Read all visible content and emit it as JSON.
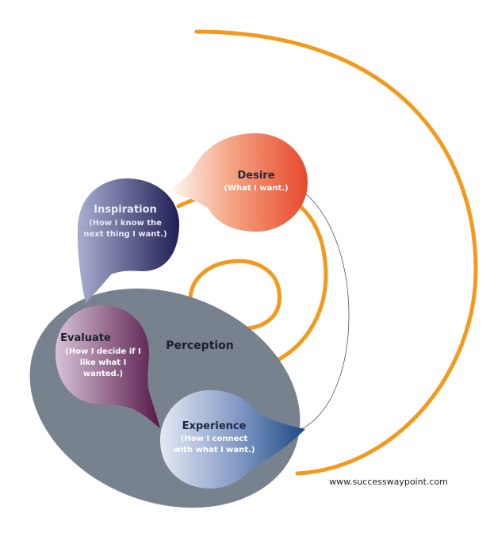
{
  "colors": {
    "spiral": "#f39a1e",
    "ellipse": "#78828f",
    "desire": "#e8482c",
    "inspiration": "#26245a",
    "evaluate": "#5a1c4c",
    "experience": "#204f86"
  },
  "perception": "Perception",
  "desire": {
    "title": "Desire",
    "lines": [
      "(What I want.)"
    ]
  },
  "inspiration": {
    "title": "Inspiration",
    "lines": [
      "(How I know the",
      "next thing I want.)"
    ]
  },
  "evaluate": {
    "title": "Evaluate",
    "lines": [
      "(How I decide if I",
      "like what I",
      "wanted.)"
    ]
  },
  "experience": {
    "title": "Experience",
    "lines": [
      "(How I connect",
      "with what I want.)"
    ]
  },
  "website": "www.successwaypoint.com"
}
